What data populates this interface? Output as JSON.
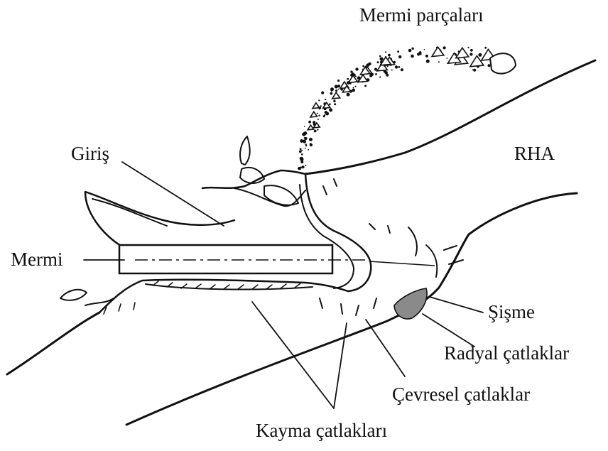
{
  "labels": {
    "fragments": "Mermi parçaları",
    "armor": "RHA",
    "entry": "Giriş",
    "projectile": "Mermi",
    "bulge": "Şişme",
    "radial_cracks": "Radyal çatlaklar",
    "circumferential_cracks": "Çevresel çatlaklar",
    "shear_cracks": "Kayma çatlakları"
  },
  "colors": {
    "ink": "#111111",
    "background": "#ffffff"
  }
}
